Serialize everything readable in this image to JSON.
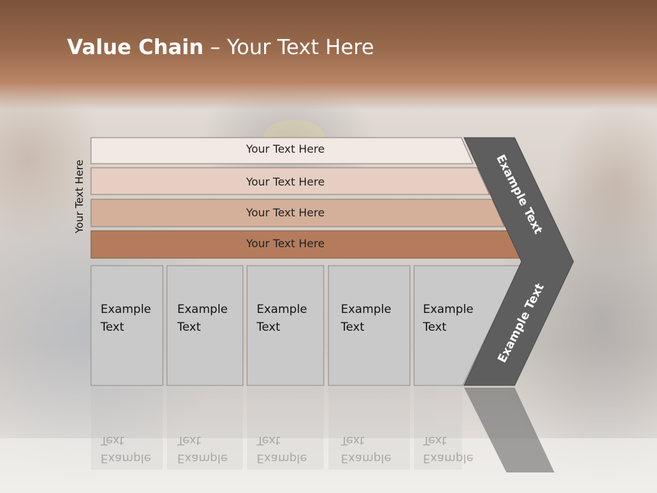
{
  "title": {
    "bold": "Value Chain",
    "rest": " – Your Text Here"
  },
  "side_label": "Your Text Here",
  "rows": [
    {
      "label": "Your Text Here",
      "color": "#f2e9e4"
    },
    {
      "label": "Your Text Here",
      "color": "#e6cfc2"
    },
    {
      "label": "Your Text Here",
      "color": "#d4b09a"
    },
    {
      "label": "Your Text Here",
      "color": "#b47c5c"
    }
  ],
  "columns": [
    {
      "label": "Example\nText"
    },
    {
      "label": "Example\nText"
    },
    {
      "label": "Example\nText"
    },
    {
      "label": "Example\nText"
    },
    {
      "label": "Example\nText"
    }
  ],
  "arrow_top_label": "Example Text",
  "arrow_bottom_label": "Example Text",
  "colors": {
    "header": "#8a5c42",
    "column_fill": "#c9c9c9",
    "arrow_fill": "#5e5e5e"
  }
}
